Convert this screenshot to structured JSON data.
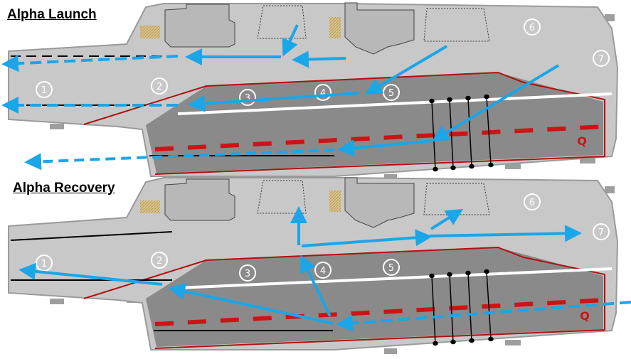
{
  "panels": [
    {
      "title": "Alpha Launch",
      "spots": [
        "1",
        "2",
        "3",
        "4",
        "5",
        "6",
        "7"
      ],
      "landing_marker": "Q"
    },
    {
      "title": "Alpha Recovery",
      "spots": [
        "1",
        "2",
        "3",
        "4",
        "5",
        "6",
        "7"
      ],
      "landing_marker": "Q"
    }
  ],
  "colors": {
    "deck": "#c8c8c8",
    "deck_outline": "#9a9a9a",
    "island": "#b4b4b4",
    "landing_area": "#8a8a8a",
    "landing_border": "#b01010",
    "centerline_dash": "#cc1414",
    "arrow": "#1aa6e8",
    "elevator_hatch": "#d8c08a"
  },
  "icons": [
    "right-arrow-icon",
    "dashed-arrow-icon"
  ]
}
